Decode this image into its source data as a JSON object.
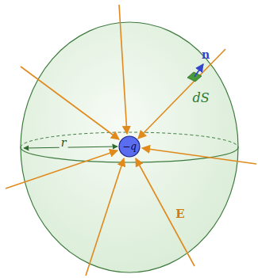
{
  "diagram": {
    "nodes": [
      {
        "text": [
          "−q"
        ]
      }
    ],
    "labels": [
      "r",
      "n",
      "dS",
      "E"
    ]
  }
}
